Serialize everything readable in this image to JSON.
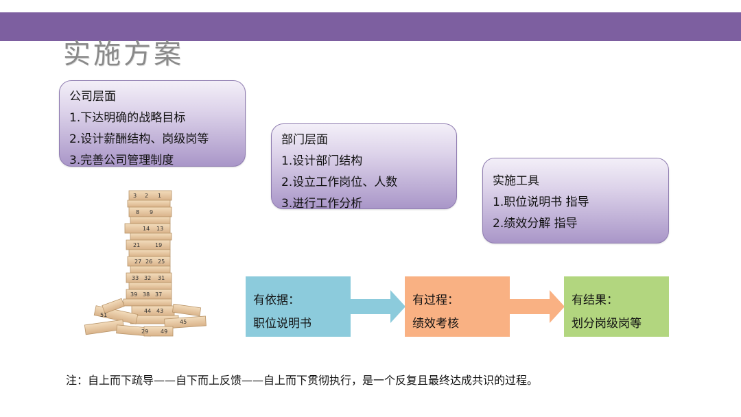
{
  "title": "实施方案",
  "company_panel": {
    "heading": "公司层面",
    "items": [
      "1.下达明确的战略目标",
      "2.设计薪酬结构、岗级岗等",
      "3.完善公司管理制度"
    ]
  },
  "department_panel": {
    "heading": "部门层面",
    "items": [
      "1.设计部门结构",
      "2.设立工作岗位、人数",
      "3.进行工作分析"
    ]
  },
  "tools_panel": {
    "heading": "实施工具",
    "items": [
      "1.职位说明书 指导",
      "2.绩效分解 指导"
    ]
  },
  "flow": [
    {
      "label": "有依据：",
      "value": "职位说明书",
      "color": "#8ccbdc"
    },
    {
      "label": "有过程：",
      "value": "绩效考核",
      "color": "#f9b183"
    },
    {
      "label": "有结果：",
      "value": "划分岗级岗等",
      "color": "#b2d67f"
    }
  ],
  "note": "注：自上而下疏导——自下而上反馈——自上而下贯彻执行，是一个反复且最终达成共识的过程。",
  "colors": {
    "band": "#7d5fa0",
    "panel_border": "#8e7bb0",
    "arrow_fill": "#8ccbdc"
  },
  "image": {
    "name": "jenga-tower",
    "visible_numbers": [
      "3",
      "2",
      "1",
      "8",
      "9",
      "14",
      "13",
      "21",
      "19",
      "27",
      "26",
      "25",
      "33",
      "32",
      "31",
      "39",
      "38",
      "37",
      "44",
      "43",
      "51",
      "45",
      "29",
      "49"
    ]
  }
}
